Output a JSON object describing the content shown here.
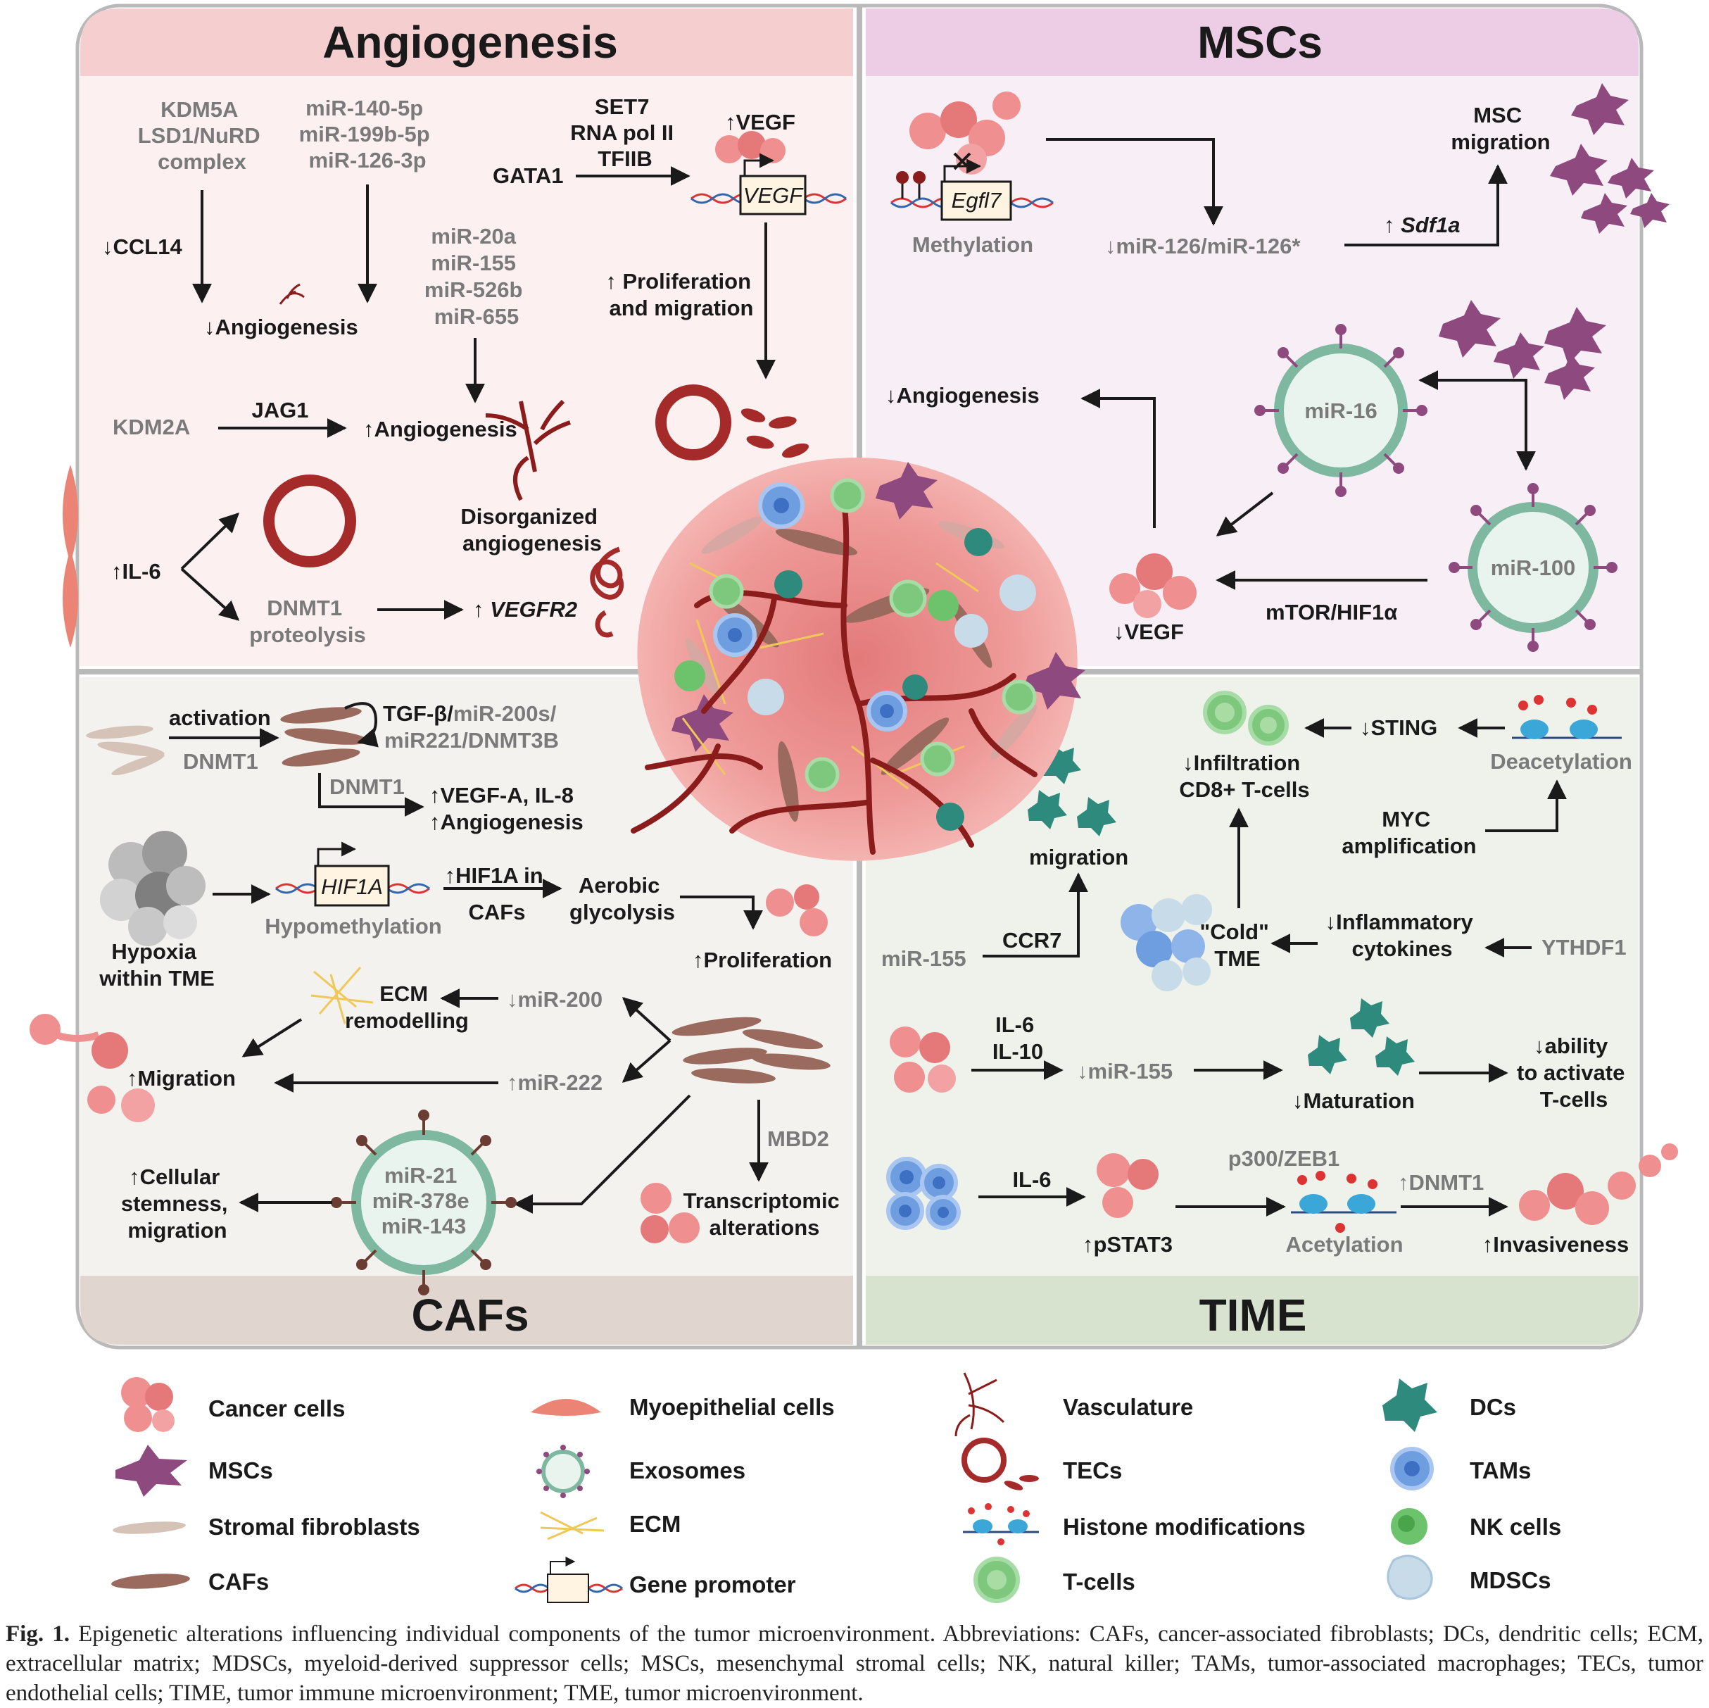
{
  "panels": {
    "angio": "Angiogenesis",
    "mscs": "MSCs",
    "cafs": "CAFs",
    "time": "TIME"
  },
  "colors": {
    "angio_header": "#f5cfd0",
    "angio_bg": "#fdf0f0",
    "mscs_header": "#edcde5",
    "mscs_bg": "#f8eef6",
    "cafs_header": "#e0d6cf",
    "cafs_bg": "#f3f2ef",
    "time_header": "#d7e2cf",
    "time_bg": "#eef2ea",
    "text_dark": "#1a1a1a",
    "text_gray": "#7a7a7a",
    "vessel": "#8b1c1c",
    "cancer": "#ef8f8f",
    "msc": "#8e4a7e",
    "caf": "#9a6a5e",
    "fibro": "#d6c3b8",
    "dc": "#2f8a7e",
    "tam": "#6f9ee0",
    "nk": "#6cc36c",
    "mdsc": "#c7dbe9",
    "exo_ring": "#7fb8a0",
    "ecm": "#f0c85a"
  },
  "angio": {
    "kdm5a": [
      "KDM5A",
      "LSD1/NuRD",
      "complex"
    ],
    "mir140": [
      "miR-140-5p",
      "miR-199b-5p",
      "miR-126-3p"
    ],
    "ccl14": "↓CCL14",
    "down_angio": "↓Angiogenesis",
    "set7": [
      "SET7",
      "RNA pol II",
      "TFIIB"
    ],
    "gata1": "GATA1",
    "up_vegf": "↑VEGF",
    "vegf_gene": "VEGF",
    "mir20a": [
      "miR-20a",
      "miR-155",
      "miR-526b",
      "miR-655"
    ],
    "prolif": [
      "↑ Proliferation",
      "and migration"
    ],
    "kdm2a": "KDM2A",
    "jag1": "JAG1",
    "up_angio": "↑Angiogenesis",
    "disorg": [
      "Disorganized",
      "angiogenesis"
    ],
    "il6": "↑IL-6",
    "dnmt1": [
      "DNMT1",
      "proteolysis"
    ],
    "vegfr2": "↑ VEGFR2"
  },
  "mscs": {
    "egfl7": "Egfl7",
    "methylation": "Methylation",
    "msc_migration": [
      "MSC",
      "migration"
    ],
    "mir126": "↓miR-126/miR-126*",
    "sdf1a": "↑ Sdf1a",
    "down_angio": "↓Angiogenesis",
    "mir16": "miR-16",
    "mir100": "miR-100",
    "down_vegf": "↓VEGF",
    "mtor": "mTOR/HIF1α"
  },
  "cafs": {
    "activation": "activation",
    "dnmt1_a": "DNMT1",
    "tgfb_a": "TGF-β/",
    "tgfb_b": "miR-200s/",
    "tgfb_c": "miR221/DNMT3B",
    "dnmt1_b": "DNMT1",
    "vegfa": [
      "↑VEGF-A, IL-8",
      "↑Angiogenesis"
    ],
    "hif1a": "HIF1A",
    "hypometh": "Hypomethylation",
    "hif1a_cafs": [
      "↑HIF1A in",
      "CAFs"
    ],
    "aerobic": [
      "Aerobic",
      "glycolysis"
    ],
    "hypoxia": [
      "Hypoxia",
      "within TME"
    ],
    "proliferation": "↑Proliferation",
    "ecm": [
      "ECM",
      "remodelling"
    ],
    "mir200": "↓miR-200",
    "migration": "↑Migration",
    "mir222": "↑miR-222",
    "exo_mirs": [
      "miR-21",
      "miR-378e",
      "miR-143"
    ],
    "mbd2": "MBD2",
    "stemness": [
      "↑Cellular",
      "stemness,",
      "migration"
    ],
    "transcript": [
      "Transcriptomic",
      "alterations"
    ]
  },
  "time": {
    "sting": "↓STING",
    "deacetylation": "Deacetylation",
    "infiltration": [
      "↓Infiltration",
      "CD8+ T-cells"
    ],
    "myc": [
      "MYC",
      "amplification"
    ],
    "migration": "migration",
    "mir155": "miR-155",
    "ccr7": "CCR7",
    "cold": [
      "\"Cold\"",
      "TME"
    ],
    "inflam": [
      "↓Inflammatory",
      "cytokines"
    ],
    "ythdf1": "YTHDF1",
    "il6il10": [
      "IL-6",
      "IL-10"
    ],
    "down_mir155": "↓miR-155",
    "maturation": "↓Maturation",
    "ability": [
      "↓ability",
      "to activate",
      "T-cells"
    ],
    "il6": "IL-6",
    "pstat3": "↑pSTAT3",
    "p300": "p300/ZEB1",
    "up_dnmt1": "↑DNMT1",
    "acetylation": "Acetylation",
    "invasive": "↑Invasiveness"
  },
  "legend": [
    {
      "label": "Cancer cells",
      "icon": "cancer-cells-icon"
    },
    {
      "label": "MSCs",
      "icon": "msc-icon"
    },
    {
      "label": "Stromal fibroblasts",
      "icon": "stromal-fibroblast-icon"
    },
    {
      "label": "CAFs",
      "icon": "caf-icon"
    },
    {
      "label": "Myoepithelial cells",
      "icon": "myoepithelial-icon"
    },
    {
      "label": "Exosomes",
      "icon": "exosome-icon"
    },
    {
      "label": "ECM",
      "icon": "ecm-icon"
    },
    {
      "label": "Gene promoter",
      "icon": "gene-promoter-icon"
    },
    {
      "label": "Vasculature",
      "icon": "vasculature-icon"
    },
    {
      "label": "TECs",
      "icon": "tec-icon"
    },
    {
      "label": "Histone modifications",
      "icon": "histone-icon"
    },
    {
      "label": "T-cells",
      "icon": "t-cell-icon"
    },
    {
      "label": "DCs",
      "icon": "dc-icon"
    },
    {
      "label": "TAMs",
      "icon": "tam-icon"
    },
    {
      "label": "NK cells",
      "icon": "nk-cell-icon"
    },
    {
      "label": "MDSCs",
      "icon": "mdsc-icon"
    }
  ],
  "caption": {
    "label": "Fig. 1.",
    "text": "Epigenetic alterations influencing individual components of the tumor microenvironment. Abbreviations: CAFs, cancer-associated fibroblasts; DCs, dendritic cells; ECM, extracellular matrix; MDSCs, myeloid-derived suppressor cells; MSCs, mesenchymal stromal cells; NK, natural killer; TAMs, tumor-associated macrophages; TECs, tumor endothelial cells; TIME, tumor immune microenvironment; TME, tumor microenvironment."
  }
}
